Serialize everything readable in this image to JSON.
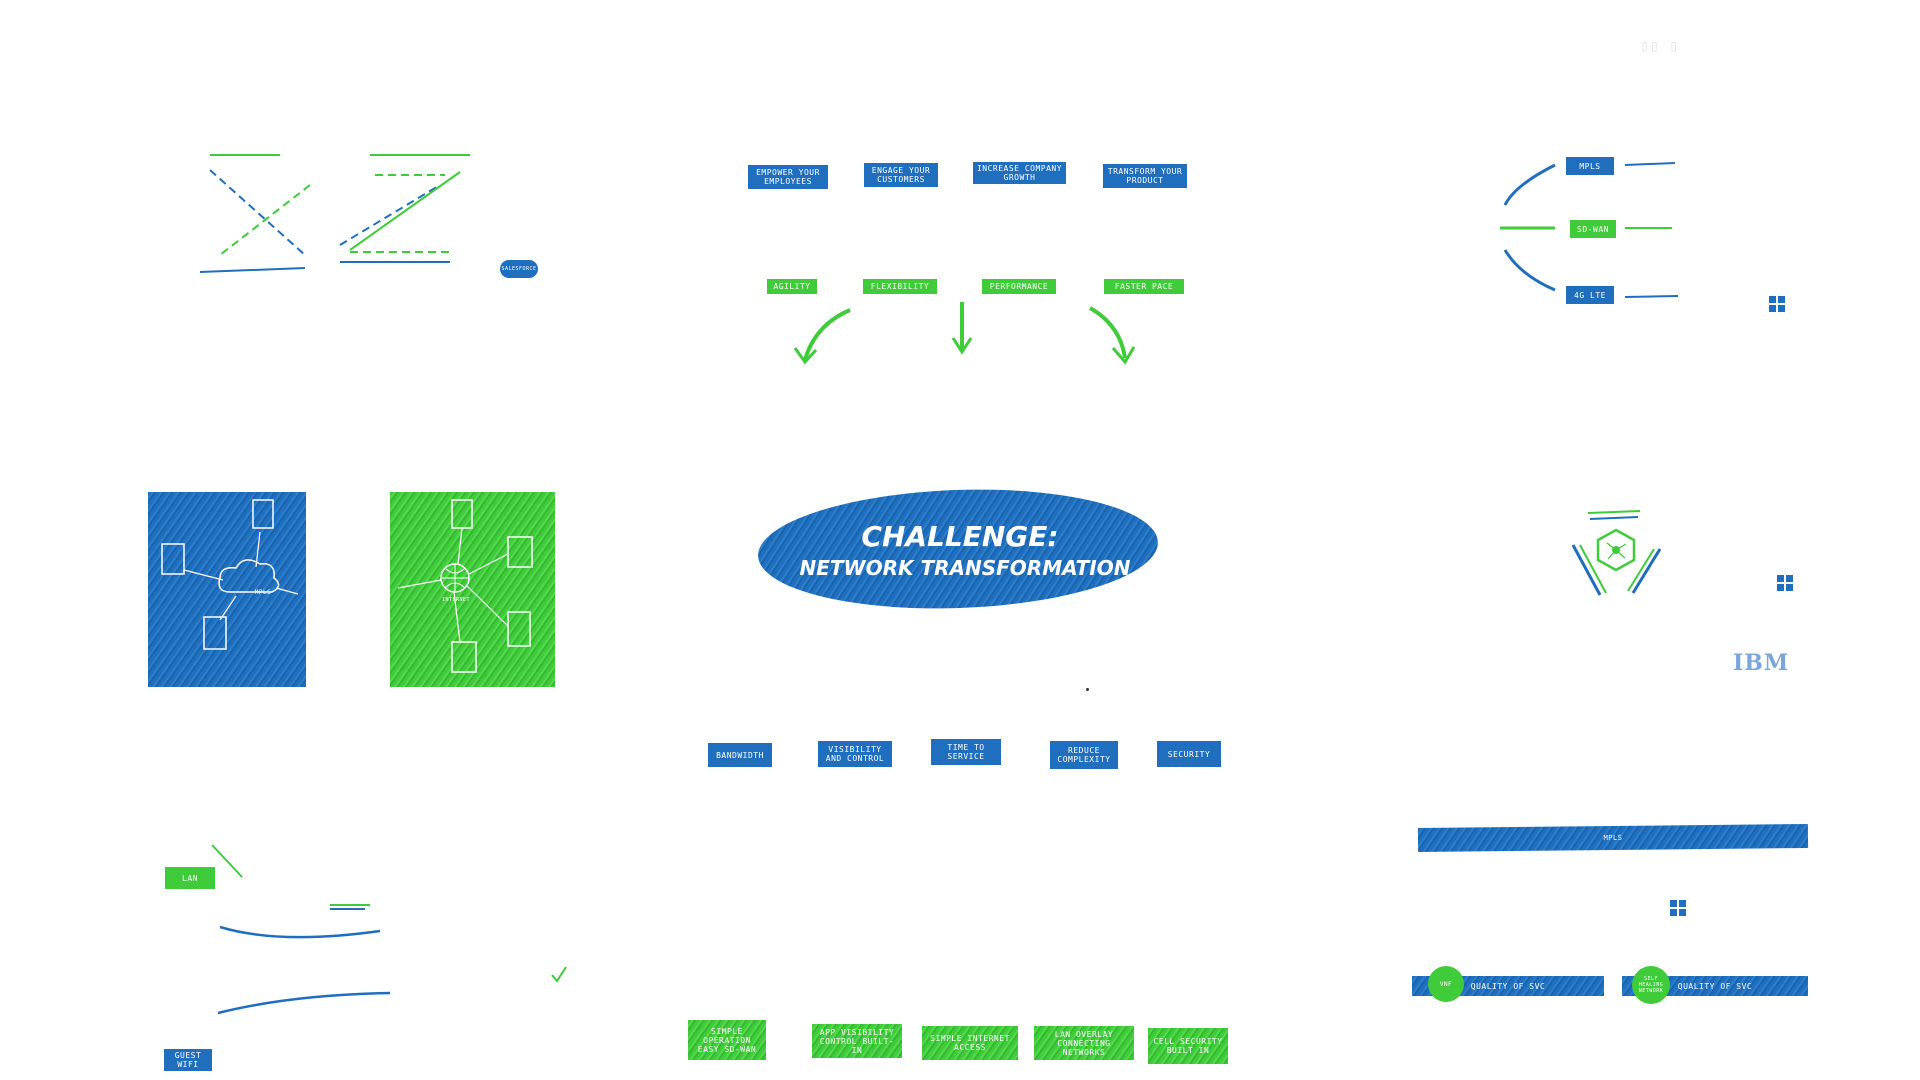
{
  "header": {
    "logo_text": "IBM"
  },
  "challenge": {
    "line1": "CHALLENGE:",
    "line2": "NETWORK TRANSFORMATION"
  },
  "goals": [
    "EMPOWER YOUR EMPLOYEES",
    "ENGAGE YOUR CUSTOMERS",
    "INCREASE COMPANY GROWTH",
    "TRANSFORM YOUR PRODUCT"
  ],
  "qualities": [
    "AGILITY",
    "FLEXIBILITY",
    "PERFORMANCE",
    "FASTER PACE"
  ],
  "challenges_row": [
    "BANDWIDTH",
    "VISIBILITY AND CONTROL",
    "TIME TO SERVICE",
    "REDUCE COMPLEXITY",
    "SECURITY"
  ],
  "solutions_row": [
    "SIMPLE OPERATION EASY SD-WAN",
    "APP VISIBILITY CONTROL BUILT-IN",
    "SIMPLE INTERNET ACCESS",
    "LAN OVERLAY CONNECTING NETWORKS",
    "CELL SECURITY BUILT IN"
  ],
  "left_panels": {
    "mpls_label": "MPLS",
    "internet_label": "INTERNET",
    "salesforce_label": "SALESFORCE"
  },
  "right_top": {
    "items": [
      "MPLS",
      "SD-WAN",
      "4G LTE"
    ]
  },
  "right_bottom": {
    "bar_label": "MPLS",
    "left_badge": "VNF",
    "left_bar_text": "QUALITY OF SVC",
    "right_badge": "SELF HEALING NETWORK",
    "right_bar_text": "QUALITY OF SVC"
  },
  "bottom_left": {
    "lan_label": "LAN",
    "guest_label": "GUEST WIFI"
  },
  "colors": {
    "blue": "#1f6fbe",
    "green": "#3fcb3a",
    "logo": "#7aa7d8"
  }
}
